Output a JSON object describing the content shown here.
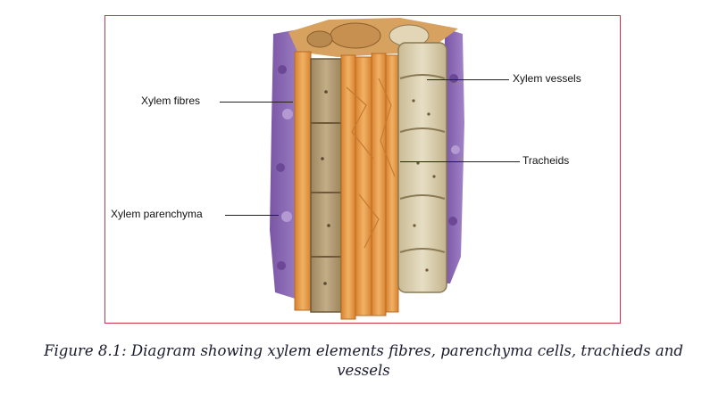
{
  "diagram": {
    "labels": {
      "xylem_fibres": "Xylem fibres",
      "xylem_parenchyma": "Xylem parenchyma",
      "xylem_vessels": "Xylem vessels",
      "tracheids": "Tracheids"
    },
    "colors": {
      "border": "#d0324a",
      "parenchyma_purple": "#8d6bb5",
      "fibre_orange": "#e8a24f",
      "vessel_tan": "#b39e78",
      "vessel_light": "#d9ceb0",
      "tracheid_orange": "#e5913c"
    }
  },
  "caption": {
    "line1": "Figure 8.1: Diagram showing xylem elements fibres, parenchyma cells, trachieds and",
    "line2": "vessels"
  }
}
